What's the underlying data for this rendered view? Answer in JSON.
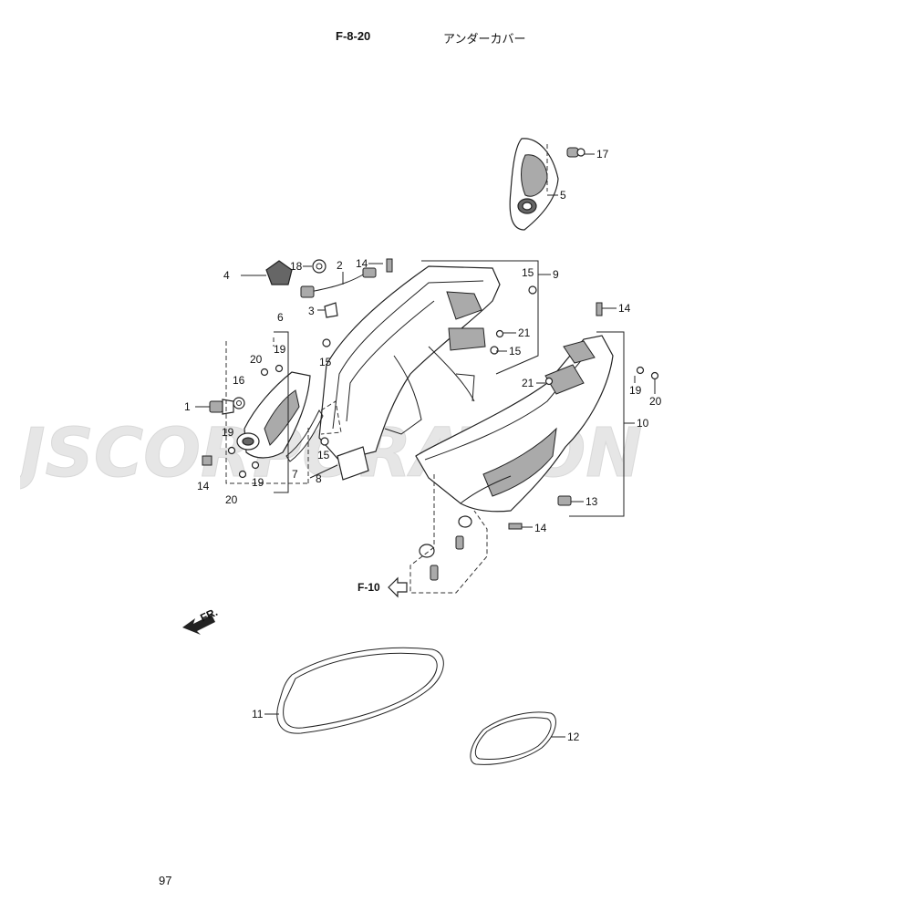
{
  "header": {
    "figure_code": "F-8-20",
    "title": "アンダーカバー"
  },
  "page_number": "97",
  "watermark": "JSCORPORATION",
  "reference": {
    "label": "F-10"
  },
  "direction": {
    "label": "FR."
  },
  "callouts": {
    "p1": "1",
    "p2": "2",
    "p3": "3",
    "p4": "4",
    "p5": "5",
    "p6": "6",
    "p7": "7",
    "p8": "8",
    "p9": "9",
    "p10": "10",
    "p11": "11",
    "p12": "12",
    "p13": "13",
    "p14a": "14",
    "p14b": "14",
    "p14c": "14",
    "p14d": "14",
    "p15a": "15",
    "p15b": "15",
    "p15c": "15",
    "p15d": "15",
    "p16": "16",
    "p17": "17",
    "p18": "18",
    "p19a": "19",
    "p19b": "19",
    "p19c": "19",
    "p19d": "19",
    "p20a": "20",
    "p20b": "20",
    "p20c": "20",
    "p21a": "21",
    "p21b": "21"
  }
}
